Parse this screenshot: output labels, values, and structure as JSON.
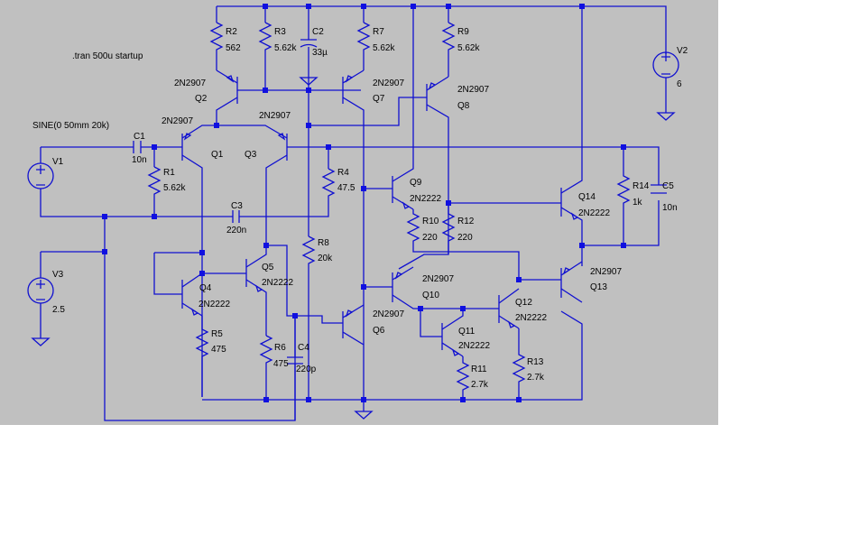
{
  "directives": {
    "tran": ".tran 500u startup",
    "sine": "SINE(0 50mm 20k)"
  },
  "components": {
    "R2": {
      "name": "R2",
      "value": "562"
    },
    "R3": {
      "name": "R3",
      "value": "5.62k"
    },
    "C2": {
      "name": "C2",
      "value": "33µ"
    },
    "R7": {
      "name": "R7",
      "value": "5.62k"
    },
    "R9": {
      "name": "R9",
      "value": "5.62k"
    },
    "V2": {
      "name": "V2",
      "value": "6"
    },
    "Q2": {
      "name": "Q2",
      "model": "2N2907"
    },
    "Q7": {
      "name": "Q7",
      "model": "2N2907"
    },
    "Q8": {
      "name": "Q8",
      "model": "2N2907"
    },
    "Q1": {
      "name": "Q1",
      "model": "2N2907"
    },
    "Q3": {
      "name": "Q3",
      "model": "2N2907"
    },
    "C1": {
      "name": "C1",
      "value": "10n"
    },
    "V1": {
      "name": "V1"
    },
    "R1": {
      "name": "R1",
      "value": "5.62k"
    },
    "R4": {
      "name": "R4",
      "value": "47.5"
    },
    "C3": {
      "name": "C3",
      "value": "220n"
    },
    "Q9": {
      "name": "Q9",
      "model": "2N2222"
    },
    "R10": {
      "name": "R10",
      "value": "220"
    },
    "R12": {
      "name": "R12",
      "value": "220"
    },
    "Q14": {
      "name": "Q14",
      "model": "2N2222"
    },
    "R14": {
      "name": "R14",
      "value": "1k"
    },
    "C5": {
      "name": "C5",
      "value": "10n"
    },
    "R8": {
      "name": "R8",
      "value": "20k"
    },
    "V3": {
      "name": "V3",
      "value": "2.5"
    },
    "Q4": {
      "name": "Q4",
      "model": "2N2222"
    },
    "Q5": {
      "name": "Q5",
      "model": "2N2222"
    },
    "R5": {
      "name": "R5",
      "value": "475"
    },
    "R6": {
      "name": "R6",
      "value": "475"
    },
    "C4": {
      "name": "C4",
      "value": "220p"
    },
    "Q6": {
      "name": "Q6",
      "model": "2N2907"
    },
    "Q10": {
      "name": "Q10",
      "model": "2N2907"
    },
    "Q11": {
      "name": "Q11",
      "model": "2N2222"
    },
    "Q12": {
      "name": "Q12",
      "model": "2N2222"
    },
    "Q13": {
      "name": "Q13",
      "model": "2N2907"
    },
    "R11": {
      "name": "R11",
      "value": "2.7k"
    },
    "R13": {
      "name": "R13",
      "value": "2.7k"
    }
  },
  "colors": {
    "wire": "#1010d0",
    "background": "#c0c0c0"
  }
}
